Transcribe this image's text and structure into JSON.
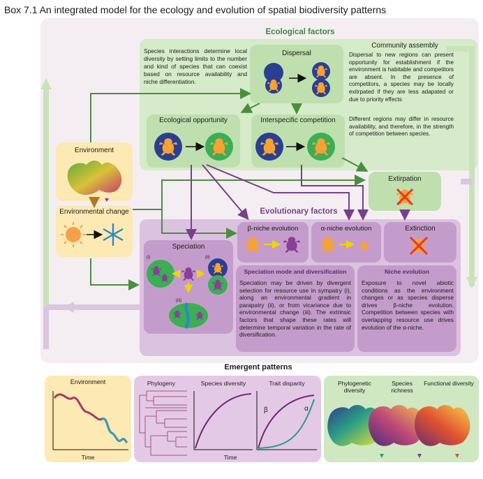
{
  "title": "Box 7.1 An integrated model for the ecology and evolution of spatial biodiversity patterns",
  "ecological": {
    "header": "Ecological factors",
    "interactions_text": "Species interactions determine local diversity by setting limits to the number and kind of species that can coexist based on resource availability and niche differentiation.",
    "dispersal": "Dispersal",
    "community_header": "Community assembly",
    "community_text": "Dispersal to new regions can present opportunity for establishment if the environment is habitable and competitors are absent. In the presence of competitors, a species may be locally exitrpated if they are less adapated or due to priority effects",
    "regions_text": "Different regions may differ in resource availability, and therefore, in the strength of competition between species.",
    "opportunity": "Ecological opportunity",
    "competition": "Interspecific competition"
  },
  "environment": {
    "label": "Environment",
    "change": "Environmental change"
  },
  "extirpation": "Extirpation",
  "evolutionary": {
    "header": "Evolutionary factors",
    "speciation": "Speciation",
    "speciation_marks": [
      "(i)",
      "(ii)",
      "(iii)"
    ],
    "beta_niche": "β-niche evolution",
    "alpha_niche": "α-niche evolution",
    "extinction": "Extinction",
    "mode_header": "Speciation mode and diversification",
    "mode_text": "Speciation may be driven by divergent selection for resource use in sympatry (i), along an environmental gradient in parapatry (ii), or from vicariance due to environmental change (iii). The extrinsic factors that shape these rates will determine temporal variation in the rate of diversification.",
    "niche_header": "Niche evolution",
    "niche_text": "Exposure to novel abiotic conditions as the environment changes or as species disperse drives β-niche evolution. Competition between species with overlapping resource use drives evolution of the α-niche."
  },
  "emergent": {
    "header": "Emergent patterns",
    "env_panel_title": "Environment",
    "time_label": "Time",
    "phylogeny": "Phylogeny",
    "species_diversity": "Species diversity",
    "trait_disparity": "Trait disparity",
    "beta": "β",
    "alpha": "α",
    "map1": "Phylogenetic diversity",
    "map2": "Species richness",
    "map3": "Functional diversity"
  },
  "colors": {
    "green_panel": "#d6ebc9",
    "green_box": "#bfe0ae",
    "green_head": "#3d8b37",
    "purple_panel": "#d9bfde",
    "purple_box": "#c49ccb",
    "purple_head": "#7b3f8c",
    "yellow_box": "#fde9b3",
    "arrow_green": "#4a8f3c",
    "arrow_purple": "#7a3d8c",
    "frog_orange": "#f7a233",
    "frog_purple": "#8a3f97",
    "blob_blue": "#2b3f92"
  }
}
